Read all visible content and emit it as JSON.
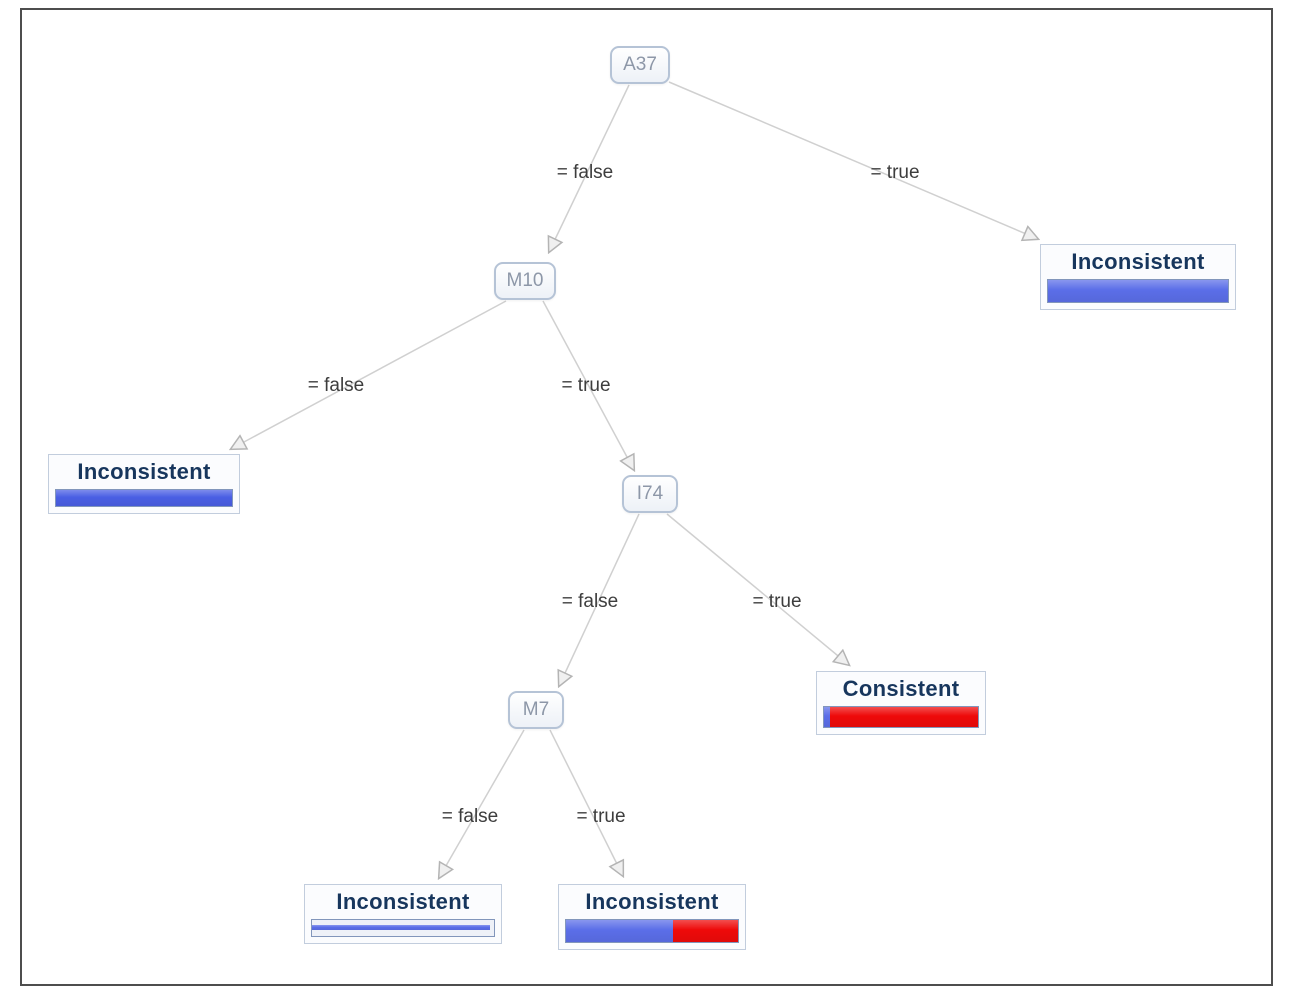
{
  "palette": {
    "inconsistent_class_color": "#5b6ee8",
    "consistent_class_color": "#ee0a0a",
    "edge_color": "#d0d0d0",
    "frame_border_color": "#4e4e4e"
  },
  "tree": {
    "nodes": [
      {
        "id": "a37",
        "label": "A37"
      },
      {
        "id": "m10",
        "label": "M10"
      },
      {
        "id": "i74",
        "label": "I74"
      },
      {
        "id": "m7",
        "label": "M7"
      }
    ],
    "edges": [
      {
        "from": "A37",
        "to": "M10",
        "label": "= false"
      },
      {
        "from": "A37",
        "to": "leaf-a37-true",
        "label": "= true"
      },
      {
        "from": "M10",
        "to": "leaf-m10-false",
        "label": "= false"
      },
      {
        "from": "M10",
        "to": "I74",
        "label": "= true"
      },
      {
        "from": "I74",
        "to": "M7",
        "label": "= false"
      },
      {
        "from": "I74",
        "to": "leaf-i74-true",
        "label": "= true"
      },
      {
        "from": "M7",
        "to": "leaf-m7-false",
        "label": "= false"
      },
      {
        "from": "M7",
        "to": "leaf-m7-true",
        "label": "= true"
      }
    ],
    "leaves": [
      {
        "id": "leaf-a37-true",
        "title": "Inconsistent",
        "segments": [
          {
            "color": "#5b6ee8",
            "pct": 100
          }
        ]
      },
      {
        "id": "leaf-m10-false",
        "title": "Inconsistent",
        "segments": [
          {
            "color": "#4a5fe4",
            "pct": 100
          }
        ]
      },
      {
        "id": "leaf-i74-true",
        "title": "Consistent",
        "segments": [
          {
            "color": "#5b6ee8",
            "pct": 4
          },
          {
            "color": "#ee0a0a",
            "pct": 96
          }
        ]
      },
      {
        "id": "leaf-m7-false",
        "title": "Inconsistent",
        "segments": [
          {
            "color": "#5b6ee8",
            "pct": 98,
            "height": 5
          }
        ]
      },
      {
        "id": "leaf-m7-true",
        "title": "Inconsistent",
        "segments": [
          {
            "color": "#5b6ee8",
            "pct": 62
          },
          {
            "color": "#ee0a0a",
            "pct": 38
          }
        ]
      }
    ]
  }
}
